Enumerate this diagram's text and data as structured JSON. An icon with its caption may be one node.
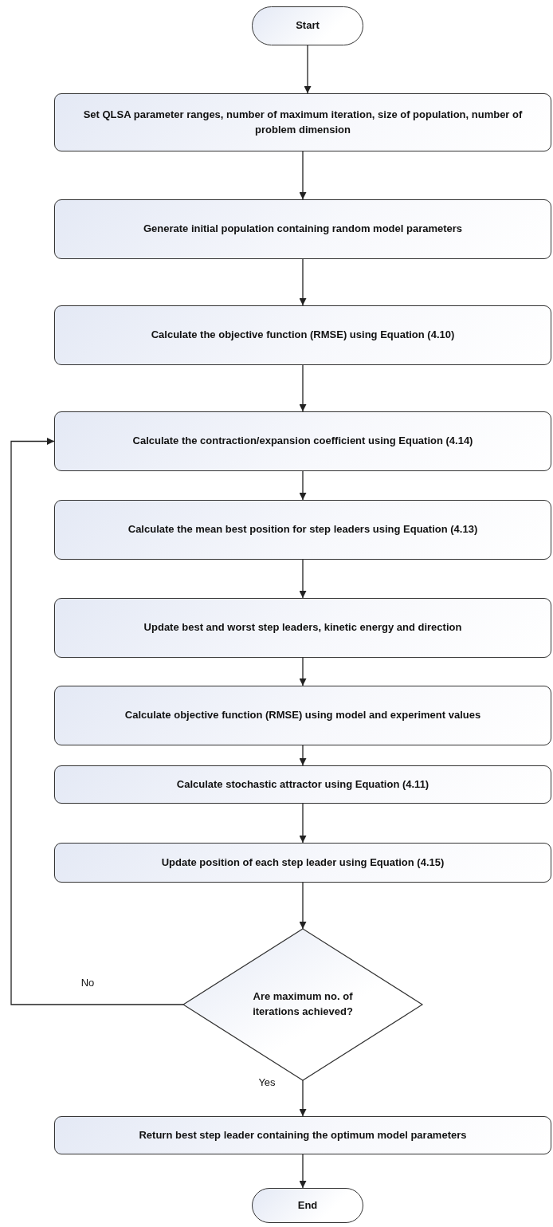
{
  "diagram": {
    "nodes": [
      {
        "text": [
          "Start"
        ]
      },
      {
        "text": [
          "Set QLSA parameter ranges, number of maximum iteration, size of population, number of problem dimension"
        ]
      },
      {
        "text": [
          "Generate initial population containing random model parameters"
        ]
      },
      {
        "text": [
          "Calculate the objective function (RMSE) using Equation (4.10)"
        ]
      },
      {
        "text": [
          "Calculate the contraction/expansion coefficient using Equation (4.14)"
        ]
      },
      {
        "text": [
          "Calculate the mean best position for step leaders using Equation (4.13)"
        ]
      },
      {
        "text": [
          "Update best and worst step leaders, kinetic energy and direction"
        ]
      },
      {
        "text": [
          "Calculate objective function (RMSE) using model and experiment values"
        ]
      },
      {
        "text": [
          "Calculate stochastic attractor using Equation (4.11)"
        ]
      },
      {
        "text": [
          "Update position of each step leader using Equation (4.15)"
        ]
      },
      {
        "text": [
          "Are maximum no. of iterations achieved?"
        ]
      },
      {
        "text": [
          "Return best step leader containing the optimum model parameters"
        ]
      },
      {
        "text": [
          "End"
        ]
      }
    ],
    "edges": [
      {
        "from": 0,
        "to": 1,
        "arrow": "to"
      },
      {
        "from": 1,
        "to": 2,
        "arrow": "to"
      },
      {
        "from": 2,
        "to": 3,
        "arrow": "to"
      },
      {
        "from": 3,
        "to": 4,
        "arrow": "to"
      },
      {
        "from": 4,
        "to": 5,
        "arrow": "to"
      },
      {
        "from": 5,
        "to": 6,
        "arrow": "to"
      },
      {
        "from": 6,
        "to": 7,
        "arrow": "to"
      },
      {
        "from": 7,
        "to": 8,
        "arrow": "to"
      },
      {
        "from": 8,
        "to": 9,
        "arrow": "to"
      },
      {
        "from": 9,
        "to": 10,
        "arrow": "to"
      },
      {
        "from": 10,
        "to": 4,
        "arrow": "to",
        "label": "No"
      },
      {
        "from": 10,
        "to": 11,
        "arrow": "to",
        "label": "Yes"
      },
      {
        "from": 11,
        "to": 12,
        "arrow": "to"
      }
    ]
  }
}
